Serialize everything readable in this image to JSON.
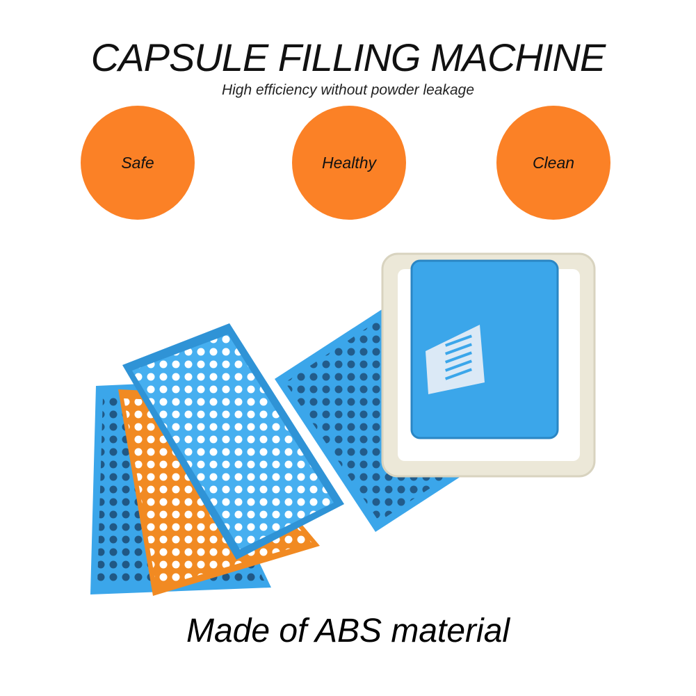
{
  "header": {
    "title": "CAPSULE FILLING MACHINE",
    "subtitle": "High efficiency without powder leakage"
  },
  "badges": [
    {
      "label": "Safe"
    },
    {
      "label": "Healthy"
    },
    {
      "label": "Clean"
    }
  ],
  "colors": {
    "badge": "#fb8126",
    "tray_blue": "#3ba6ea",
    "tray_orange": "#f18a22",
    "frame_cream": "#ece8d8"
  },
  "footer": {
    "caption": "Made of ABS material"
  }
}
